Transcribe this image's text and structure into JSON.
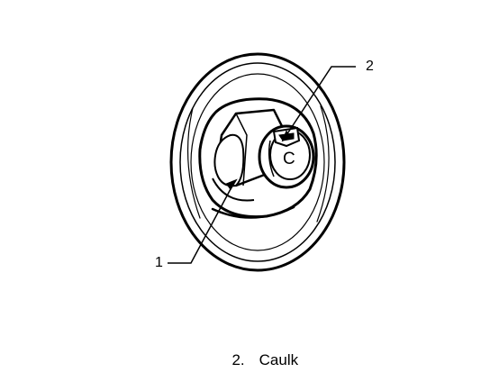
{
  "callouts": [
    {
      "number": "1"
    },
    {
      "number": "2"
    }
  ],
  "part_marking": "C",
  "legend": [
    {
      "number": "2.",
      "label": "Caulk"
    }
  ],
  "colors": {
    "ink": "#000000",
    "paper": "#ffffff"
  }
}
